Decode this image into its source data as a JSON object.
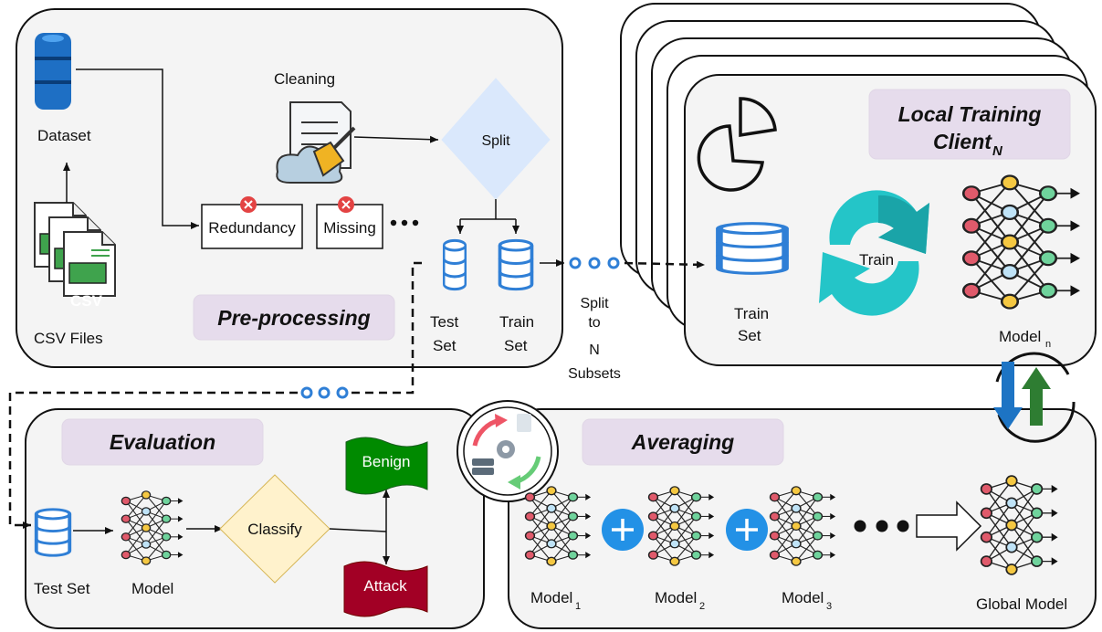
{
  "preprocessing": {
    "title": "Pre-processing",
    "dataset_label": "Dataset",
    "csv_files_label": "CSV Files",
    "csv_tag": "CSV",
    "cleaning_label": "Cleaning",
    "split_label": "Split",
    "redundancy_label": "Redundancy",
    "missing_label": "Missing",
    "test_set_label_1": "Test",
    "test_set_label_2": "Set",
    "train_set_label_1": "Train",
    "train_set_label_2": "Set"
  },
  "split_note": [
    "Split",
    "to",
    "N",
    "Subsets"
  ],
  "local_training": {
    "title_line1": "Local Training",
    "title_line2": "Client",
    "title_sub": "N",
    "train_set_1": "Train",
    "train_set_2": "Set",
    "train_label": "Train",
    "model_label": "Model",
    "model_sub": "n"
  },
  "evaluation": {
    "title": "Evaluation",
    "test_set_label": "Test Set",
    "model_label": "Model",
    "classify_label": "Classify",
    "benign_label": "Benign",
    "attack_label": "Attack"
  },
  "averaging": {
    "title": "Averaging",
    "models": [
      {
        "label": "Model",
        "sub": "1"
      },
      {
        "label": "Model",
        "sub": "2"
      },
      {
        "label": "Model",
        "sub": "3"
      }
    ],
    "global_model_label": "Global Model"
  },
  "colors": {
    "database_blue": "#2f7fd6",
    "split_diamond": "#dae8fc",
    "classify_diamond": "#fff2cc",
    "benign_green": "#008a00",
    "attack_red": "#a20025",
    "train_cycle": "#24c5c8",
    "plus_blue": "#2391e6",
    "arrow_down_blue": "#1d74c4",
    "arrow_up_green": "#2e7d32",
    "title_box": "#e6dcec"
  },
  "icons": [
    "database-icon",
    "csv-files-icon",
    "cleaning-icon",
    "error-x-icon",
    "pie-chart-icon",
    "refresh-cycle-icon",
    "neural-network-icon",
    "plus-icon",
    "federated-settings-icon",
    "up-down-arrows-icon"
  ]
}
